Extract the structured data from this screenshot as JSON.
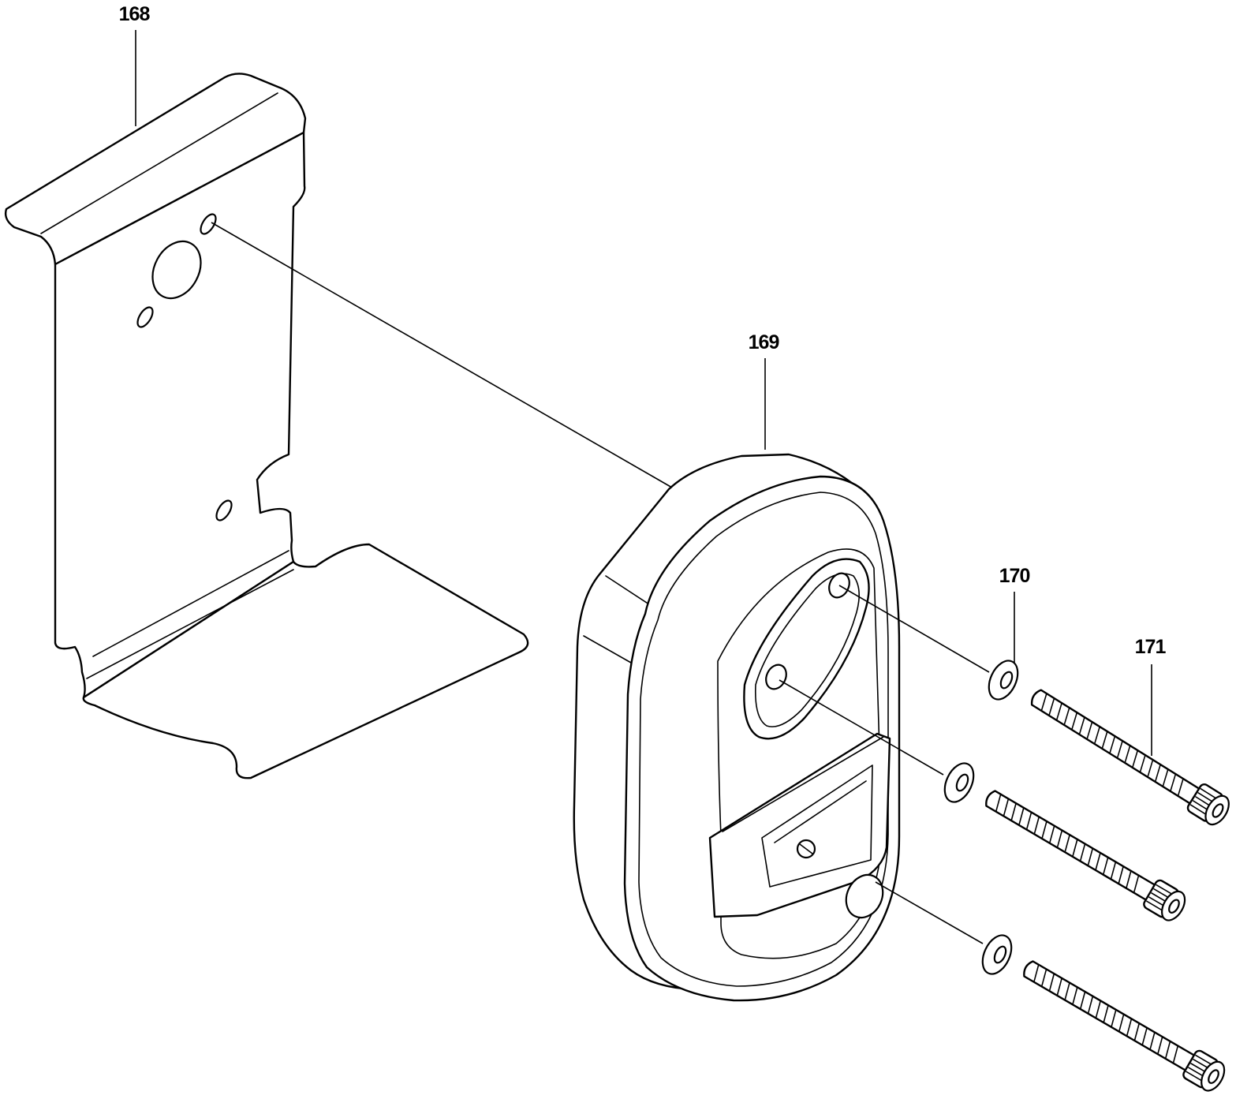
{
  "diagram": {
    "parts": [
      {
        "id": "168",
        "label": "168",
        "name": "mounting-bracket"
      },
      {
        "id": "169",
        "label": "169",
        "name": "muffler"
      },
      {
        "id": "170",
        "label": "170",
        "name": "washer"
      },
      {
        "id": "171",
        "label": "171",
        "name": "bolt"
      }
    ],
    "colors": {
      "line": "#000000",
      "background": "#ffffff"
    }
  }
}
